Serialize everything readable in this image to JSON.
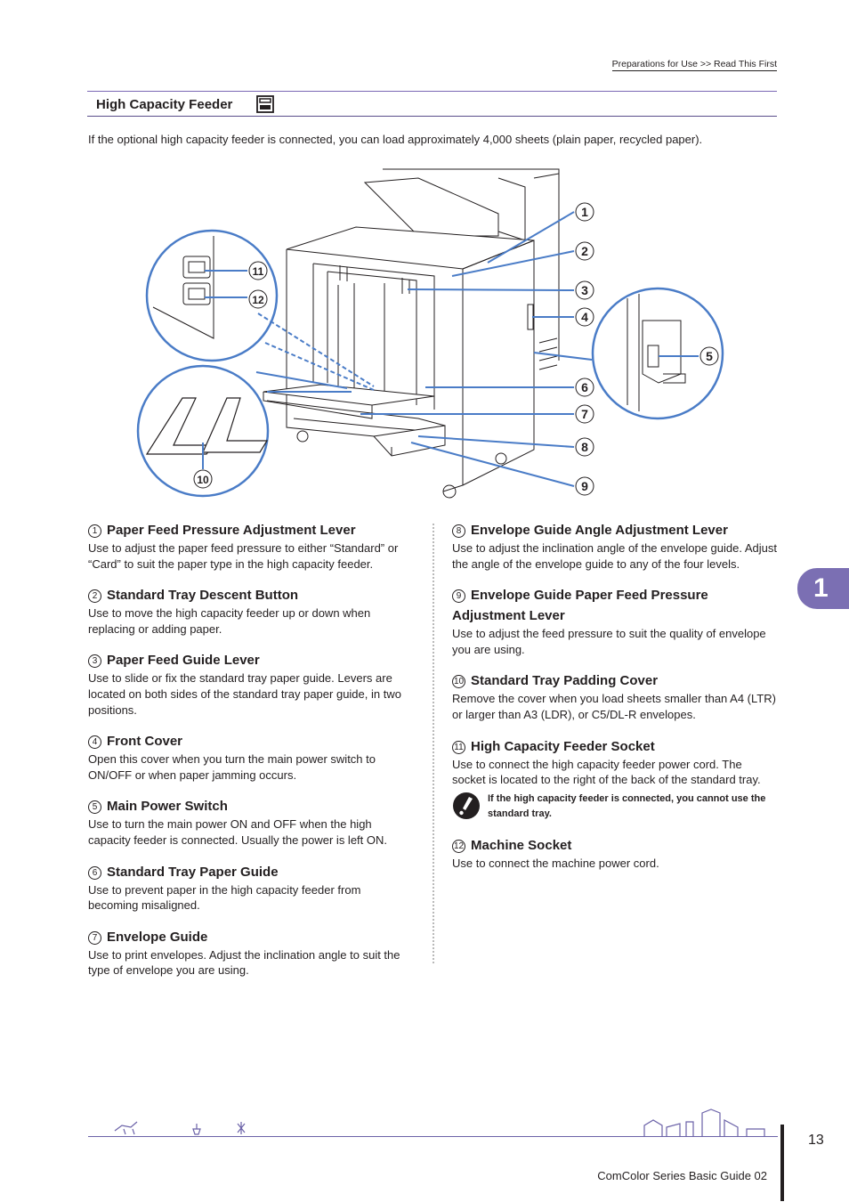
{
  "breadcrumb": "Preparations for Use >> Read This First",
  "section": {
    "title": "High Capacity Feeder",
    "icon": "high-capacity-feeder-icon"
  },
  "intro": "If the optional high capacity feeder is connected, you can load approximately 4,000 sheets (plain paper, recycled paper).",
  "diagram": {
    "callouts": [
      "1",
      "2",
      "3",
      "4",
      "5",
      "6",
      "7",
      "8",
      "9",
      "10",
      "11",
      "12"
    ]
  },
  "items": [
    {
      "num": "1",
      "title": "Paper Feed Pressure Adjustment Lever",
      "desc": "Use to adjust the paper feed pressure to either “Standard” or “Card” to suit the paper type in the high capacity feeder."
    },
    {
      "num": "2",
      "title": "Standard Tray Descent Button",
      "desc": "Use to move the high capacity feeder up or down when replacing or adding paper."
    },
    {
      "num": "3",
      "title": "Paper Feed Guide Lever",
      "desc": "Use to slide or fix the standard tray paper guide. Levers are located on both sides of the standard tray paper guide, in two positions."
    },
    {
      "num": "4",
      "title": "Front Cover",
      "desc": "Open this cover when you turn the main power switch to ON/OFF or when paper jamming occurs."
    },
    {
      "num": "5",
      "title": "Main Power Switch",
      "desc": "Use to turn the main power ON and OFF when the high capacity feeder is connected. Usually the power is left ON."
    },
    {
      "num": "6",
      "title": "Standard Tray Paper Guide",
      "desc": "Use to prevent paper in the high capacity feeder from becoming misaligned."
    },
    {
      "num": "7",
      "title": "Envelope Guide",
      "desc": "Use to print envelopes. Adjust the inclination angle to suit the type of envelope you are using."
    },
    {
      "num": "8",
      "title": "Envelope Guide Angle Adjustment Lever",
      "desc": "Use to adjust the inclination angle of the envelope guide. Adjust the angle of the envelope guide to any of the four levels."
    },
    {
      "num": "9",
      "title": "Envelope Guide Paper Feed Pressure Adjustment Lever",
      "desc": "Use to adjust the feed pressure to suit the quality of envelope you are using."
    },
    {
      "num": "10",
      "title": "Standard Tray Padding Cover",
      "desc": "Remove the cover when you load sheets smaller than A4 (LTR) or larger than A3 (LDR), or C5/DL-R envelopes."
    },
    {
      "num": "11",
      "title": "High Capacity Feeder Socket",
      "desc": "Use to connect the high capacity feeder power cord. The socket is located to the right of the back of the standard tray."
    },
    {
      "num": "12",
      "title": "Machine Socket",
      "desc": "Use to connect the machine power cord."
    }
  ],
  "note": {
    "icon": "caution-icon",
    "text": "If the high capacity feeder is connected, you cannot use the standard tray."
  },
  "chapter": "1",
  "footer": {
    "page_number": "13",
    "guide_title": "ComColor Series Basic Guide 02"
  },
  "colors": {
    "accent": "#7b6fb3",
    "callout_line": "#4a7cc7"
  }
}
